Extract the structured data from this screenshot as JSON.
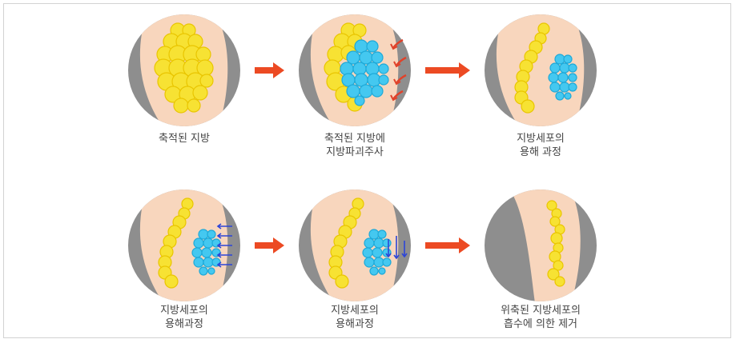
{
  "colors": {
    "circle_bg": "#8e8e8e",
    "skin": "#f8d6bd",
    "fat": "#f7e233",
    "fat_edge": "#e9c500",
    "injection": "#44c8f0",
    "injection_edge": "#1ea9d8",
    "arrow": "#ec4a23",
    "red_mark": "#e0422a",
    "blue_mark": "#2c45d8",
    "caption": "#444444",
    "border": "#d2d2d2"
  },
  "steps": [
    {
      "id": "step-1",
      "lines": [
        "축적된 지방"
      ],
      "stage": "accumulated",
      "marks": "none"
    },
    {
      "id": "step-2",
      "lines": [
        "축적된 지방에",
        "지방파괴주사"
      ],
      "stage": "injection",
      "marks": "red-arrows"
    },
    {
      "id": "step-3",
      "lines": [
        "지방세포의",
        "용해 과정"
      ],
      "stage": "dissolving",
      "marks": "none"
    },
    {
      "id": "step-4",
      "lines": [
        "지방세포의",
        "용해과정"
      ],
      "stage": "dissolving",
      "marks": "blue-left-arrows"
    },
    {
      "id": "step-5",
      "lines": [
        "지방세포의",
        "용해과정"
      ],
      "stage": "dissolving",
      "marks": "blue-down-arrows"
    },
    {
      "id": "step-6",
      "lines": [
        "위축된 지방세포의",
        "흡수에 의한 제거"
      ],
      "stage": "shrunk",
      "marks": "none"
    }
  ],
  "flow_arrows": [
    {
      "from": "step-1",
      "to": "step-2",
      "icon": "right-arrow-icon"
    },
    {
      "from": "step-2",
      "to": "step-3",
      "icon": "right-arrow-icon"
    },
    {
      "from": "step-4",
      "to": "step-5",
      "icon": "right-arrow-icon"
    },
    {
      "from": "step-5",
      "to": "step-6",
      "icon": "right-arrow-icon"
    }
  ]
}
